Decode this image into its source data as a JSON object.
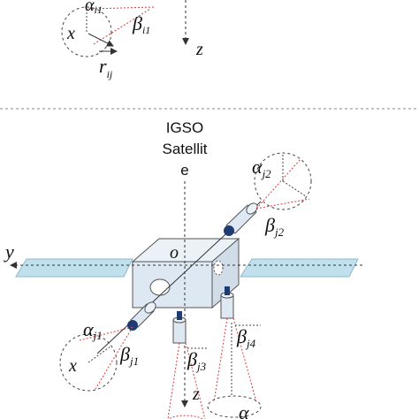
{
  "title_lines": [
    "IGSO",
    "Satellit",
    "e"
  ],
  "top_panel": {
    "alpha_label": {
      "main": "α",
      "sub": "i1"
    },
    "beta_label": {
      "main": "β",
      "sub": "i1"
    },
    "x_label": "x",
    "r_label": {
      "main": "r",
      "sub": "ij"
    },
    "z_label": "z"
  },
  "bottom_panel": {
    "origin_label": "o",
    "y_label": "y",
    "x_label": "x",
    "z_label": "z",
    "alpha_j1": {
      "main": "α",
      "sub": "j1"
    },
    "beta_j1": {
      "main": "β",
      "sub": "j1"
    },
    "alpha_j2": {
      "main": "α",
      "sub": "j2"
    },
    "beta_j2": {
      "main": "β",
      "sub": "j2"
    },
    "beta_j3": {
      "main": "β",
      "sub": "j3"
    },
    "beta_j4": {
      "main": "β",
      "sub": "j4"
    },
    "alpha_bottom": {
      "main": "α",
      "sub": ""
    }
  },
  "colors": {
    "body_fill": "#dde8f2",
    "panel_fill": "#bfe0ec",
    "axis": "#333333",
    "red_line": "#d23c3c",
    "thruster": "#1f3b73",
    "divider": "#888888"
  }
}
